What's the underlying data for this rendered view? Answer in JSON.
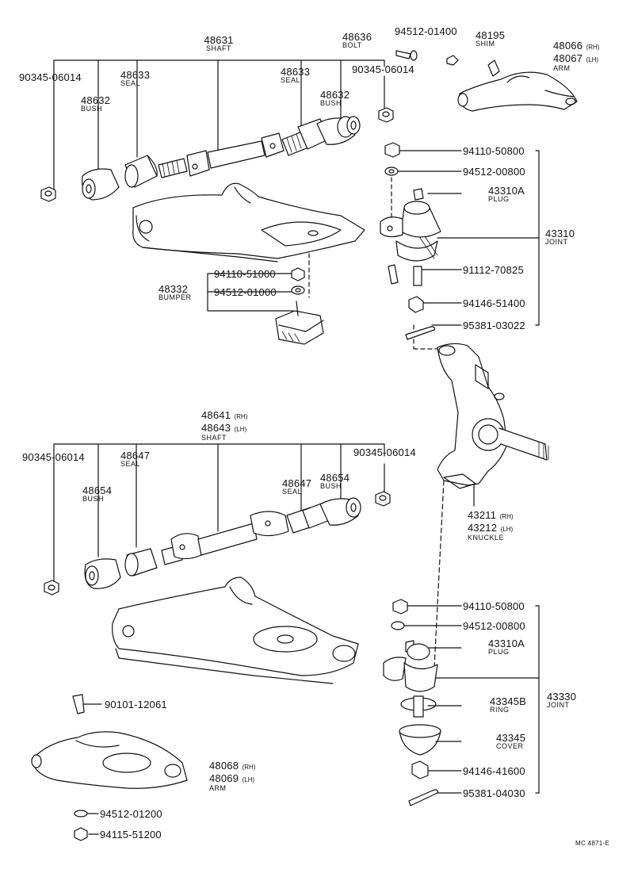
{
  "upper_arm": {
    "shaft": {
      "num": "48631",
      "name": "SHAFT"
    },
    "bolt": {
      "num": "48636",
      "name": "BOLT"
    },
    "bolt_washer": "94512-01400",
    "shim": {
      "num": "48195",
      "name": "SHIM"
    },
    "arm": {
      "num_rh": "48066",
      "num_lh": "48067",
      "rh": "(RH)",
      "lh": "(LH)",
      "name": "ARM"
    },
    "nut_left": "90345-06014",
    "nut_right": "90345-06014",
    "seal_left": {
      "num": "48633",
      "name": "SEAL"
    },
    "seal_right": {
      "num": "48633",
      "name": "SEAL"
    },
    "bush_left": {
      "num": "48632",
      "name": "BUSH"
    },
    "bush_right": {
      "num": "48632",
      "name": "BUSH"
    },
    "bumper": {
      "num": "48332",
      "name": "BUMPER",
      "nut": "94110-51000",
      "washer": "94512-01000"
    }
  },
  "upper_joint": {
    "nut": "94110-50800",
    "washer": "94512-00800",
    "plug": {
      "num": "43310A",
      "name": "PLUG"
    },
    "joint": {
      "num": "43310",
      "name": "JOINT"
    },
    "bolt": "91112-70825",
    "castle_nut": "94146-51400",
    "cotter_pin": "95381-03022"
  },
  "knuckle": {
    "num_rh": "43211",
    "num_lh": "43212",
    "rh": "(RH)",
    "lh": "(LH)",
    "name": "KNUCKLE"
  },
  "lower_arm": {
    "shaft": {
      "num_rh": "48641",
      "num_lh": "48643",
      "rh": "(RH)",
      "lh": "(LH)",
      "name": "SHAFT"
    },
    "nut_left": "90345-06014",
    "nut_right": "90345-06014",
    "seal_left": {
      "num": "48647",
      "name": "SEAL"
    },
    "seal_right": {
      "num": "48647",
      "name": "SEAL"
    },
    "bush_left": {
      "num": "48654",
      "name": "BUSH"
    },
    "bush_right": {
      "num": "48654",
      "name": "BUSH"
    },
    "bolt": "90101-12061",
    "arm": {
      "num_rh": "48068",
      "num_lh": "48069",
      "rh": "(RH)",
      "lh": "(LH)",
      "name": "ARM"
    },
    "washer": "94512-01200",
    "nut": "94115-51200"
  },
  "lower_joint": {
    "nut": "94110-50800",
    "washer": "94512-00800",
    "plug": {
      "num": "43310A",
      "name": "PLUG"
    },
    "joint": {
      "num": "43330",
      "name": "JOINT"
    },
    "ring": {
      "num": "43345B",
      "name": "RING"
    },
    "cover": {
      "num": "43345",
      "name": "COVER"
    },
    "castle_nut": "94146-41600",
    "cotter_pin": "95381-04030"
  },
  "footer_code": "MC 4871-E"
}
